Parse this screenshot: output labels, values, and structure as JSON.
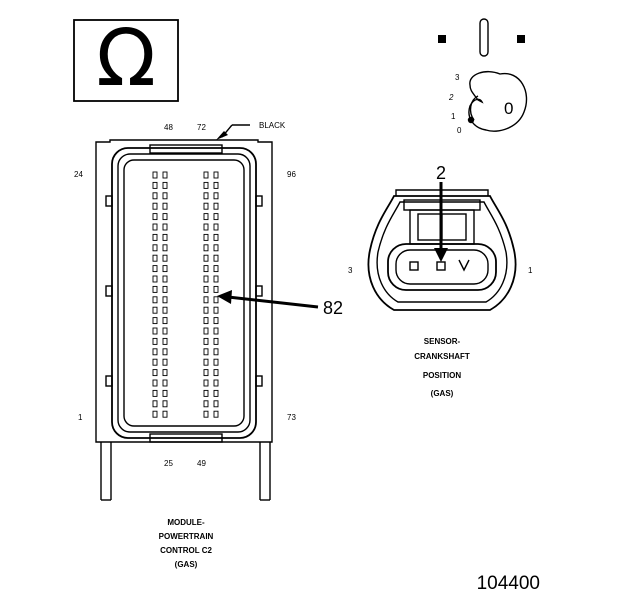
{
  "figure_number": "104400",
  "symbols": {
    "ohm": "Ω",
    "ohmmeter_setting": "0",
    "dial_positions": [
      "3",
      "2",
      "1",
      "0"
    ]
  },
  "module": {
    "name_lines": [
      "MODULE-",
      "POWERTRAIN",
      "CONTROL C2",
      "(GAS)"
    ],
    "color_callout": "BLACK",
    "pin_labels": {
      "top_left": "48",
      "top_right": "72",
      "left_top": "24",
      "right_top": "96",
      "left_bottom": "1",
      "right_bottom": "73",
      "bottom_left": "25",
      "bottom_right": "49"
    },
    "test_pin": "82"
  },
  "sensor": {
    "name_lines": [
      "SENSOR-",
      "CRANKSHAFT",
      "POSITION",
      "(GAS)"
    ],
    "pin_left": "3",
    "pin_right": "1",
    "test_pin": "2"
  },
  "colors": {
    "line": "#000000",
    "background": "#ffffff"
  }
}
